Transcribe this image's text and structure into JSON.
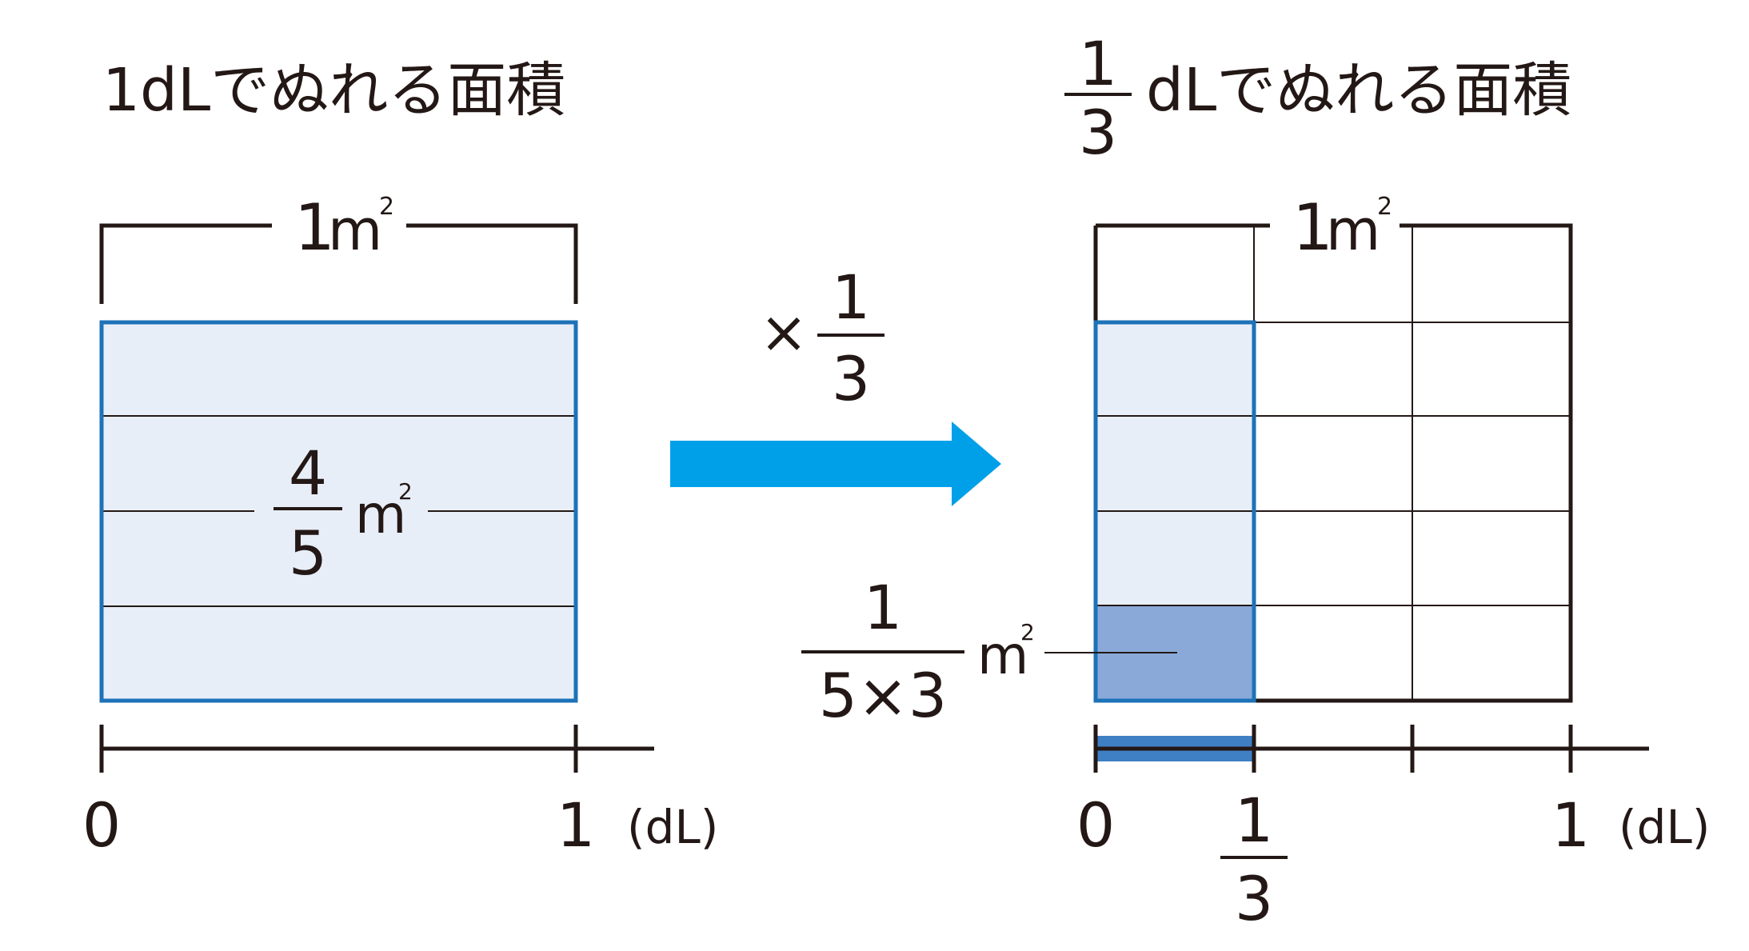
{
  "left": {
    "title_prefix": "1",
    "title_rest": "dLでぬれる面積",
    "width_label": {
      "num": "1",
      "unit": "m",
      "exp": "2"
    },
    "area_label": {
      "num": "4",
      "den": "5",
      "unit": "m",
      "exp": "2"
    },
    "axis": {
      "start": "0",
      "end": "1",
      "unit": "(dL)"
    }
  },
  "operator": {
    "symbol": "×",
    "num": "1",
    "den": "3"
  },
  "right": {
    "title_num": "1",
    "title_den": "3",
    "title_rest": "dLでぬれる面積",
    "width_label": {
      "num": "1",
      "unit": "m",
      "exp": "2"
    },
    "cell_label": {
      "num": "1",
      "den": "5×3",
      "unit": "m",
      "exp": "2"
    },
    "axis": {
      "start": "0",
      "third_num": "1",
      "third_den": "3",
      "end": "1",
      "unit": "(dL)"
    }
  },
  "colors": {
    "ink": "#231815",
    "box_stroke": "#1d72b8",
    "light_fill": "#e8eef8",
    "dark_fill": "#8aa9d9",
    "bar": "#3f7fc4",
    "arrow": "#00a0e9"
  }
}
